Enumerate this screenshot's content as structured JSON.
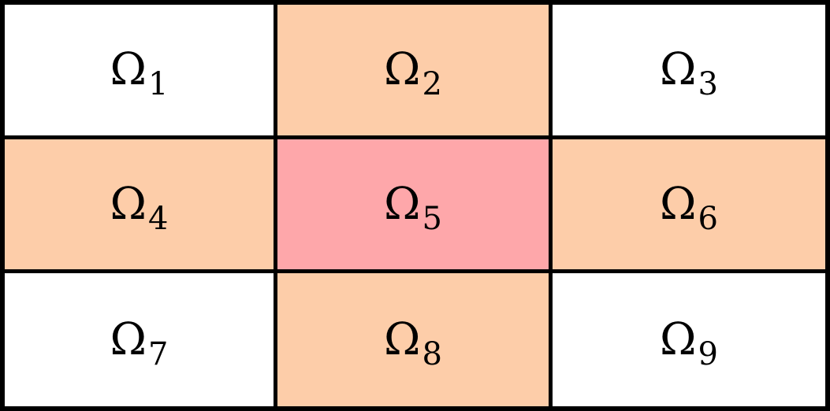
{
  "diagram": {
    "cells": [
      {
        "symbol": "Ω",
        "subscript": "1",
        "color": "#ffffff"
      },
      {
        "symbol": "Ω",
        "subscript": "2",
        "color": "#fdcda9"
      },
      {
        "symbol": "Ω",
        "subscript": "3",
        "color": "#ffffff"
      },
      {
        "symbol": "Ω",
        "subscript": "4",
        "color": "#fdcda9"
      },
      {
        "symbol": "Ω",
        "subscript": "5",
        "color": "#fea7aa"
      },
      {
        "symbol": "Ω",
        "subscript": "6",
        "color": "#fdcda9"
      },
      {
        "symbol": "Ω",
        "subscript": "7",
        "color": "#ffffff"
      },
      {
        "symbol": "Ω",
        "subscript": "8",
        "color": "#fdcda9"
      },
      {
        "symbol": "Ω",
        "subscript": "9",
        "color": "#ffffff"
      }
    ]
  }
}
